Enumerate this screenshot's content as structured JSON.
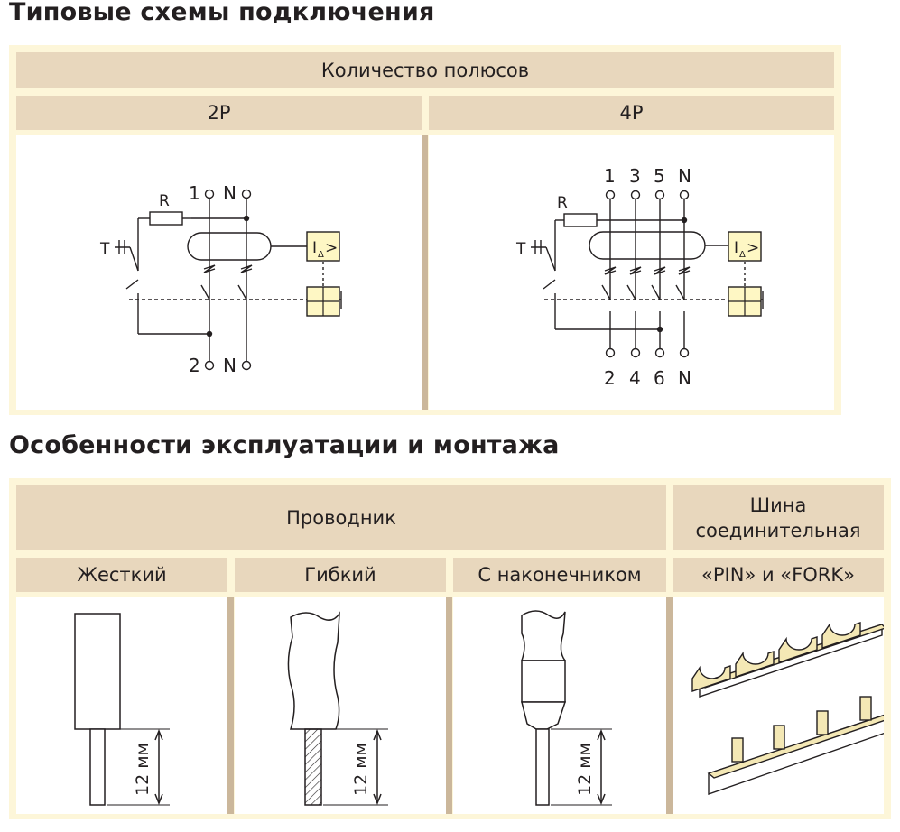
{
  "section1": {
    "title": "Типовые схемы подключения",
    "header": "Количество полюсов",
    "col_2p": "2P",
    "col_4p": "4P",
    "diagram_2p": {
      "r_label": "R",
      "t_label": "T",
      "top_terminals": [
        "1",
        "N"
      ],
      "bottom_terminals": [
        "2",
        "N"
      ],
      "relay_label": "I",
      "relay_sub": "Δ",
      "relay_sign": ">"
    },
    "diagram_4p": {
      "r_label": "R",
      "t_label": "T",
      "top_terminals": [
        "1",
        "3",
        "5",
        "N"
      ],
      "bottom_terminals": [
        "2",
        "4",
        "6",
        "N"
      ],
      "relay_label": "I",
      "relay_sub": "Δ",
      "relay_sign": ">"
    }
  },
  "section2": {
    "title": "Особенности эксплуатации и монтажа",
    "header_conductor": "Проводник",
    "header_busbar": "Шина соединительная",
    "col_rigid": "Жесткий",
    "col_flexible": "Гибкий",
    "col_ferrule": "С наконечником",
    "col_busbar_types": "«PIN» и «FORK»",
    "dimension_label": "12 мм"
  },
  "colors": {
    "frame_bg": "#fdf6d9",
    "header_bg": "#e8d7bd",
    "separator": "#cbb79b",
    "relay_fill": "#fef7c4",
    "busbar_tab": "#f4e8b5"
  }
}
